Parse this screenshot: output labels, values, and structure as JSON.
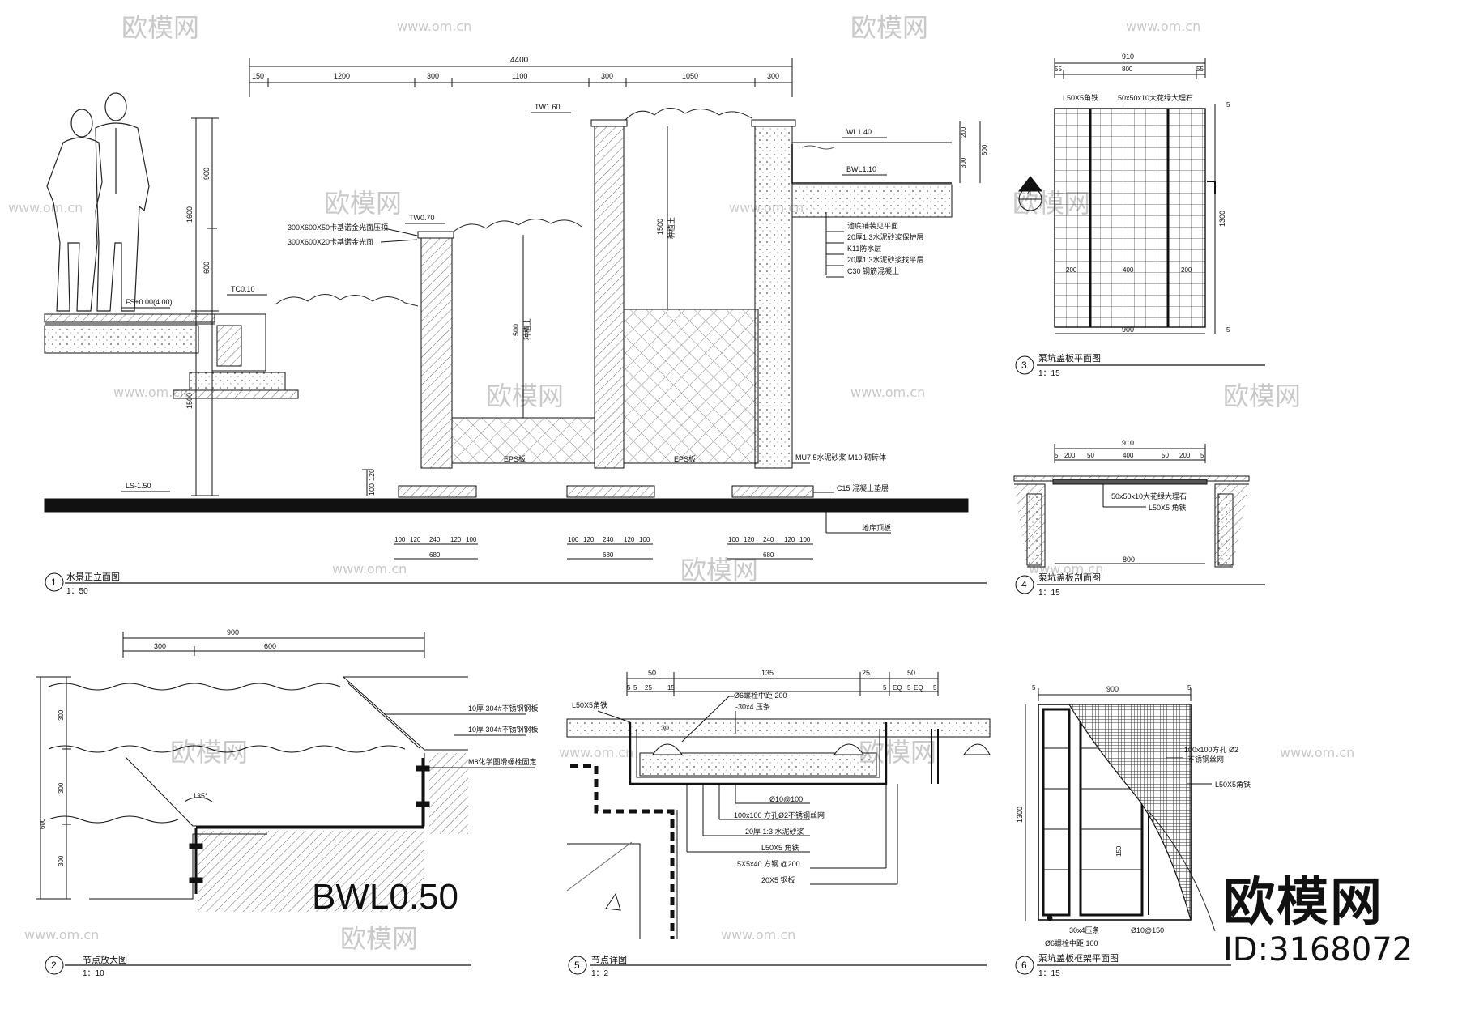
{
  "watermark": {
    "text": "欧模网",
    "url": "www.om.cn"
  },
  "brand": {
    "name": "欧模网",
    "id": "ID:3168072"
  },
  "drawings": {
    "d1": {
      "number": "1",
      "title": "水景正立面图",
      "scale": "1：50",
      "dims_top_total": "4400",
      "dims_top": [
        "150",
        "1200",
        "300",
        "1100",
        "300",
        "1050",
        "300"
      ],
      "dims_left": [
        "900",
        "1600",
        "600",
        "1500",
        "100",
        "120"
      ],
      "levels": [
        "TW1.60",
        "TW0.70",
        "TC0.10",
        "FS±0.00(4.00)",
        "LS-1.50",
        "WL1.40",
        "BWL1.10"
      ],
      "dims_right": [
        "200",
        "300",
        "500"
      ],
      "notes": [
        "300X600X50卡基诺金光面压顶",
        "300X600X20卡基诺金光面"
      ],
      "layers": [
        "池底铺装见平面",
        "20厚1:3水泥砂浆保护层",
        "K11防水层",
        "20厚1:3水泥砂浆找平层",
        "C30 钢筋混凝土"
      ],
      "infill_labels": [
        "种植土",
        "种植土"
      ],
      "infill_dims": [
        "1500",
        "1500"
      ],
      "eps": [
        "EPS板",
        "EPS板"
      ],
      "masonry": "MU7.5水泥砂浆 M10 砌砖体",
      "c15": "C15 混凝土垫层",
      "basement": "地库顶板",
      "footing_dims": [
        "100",
        "120",
        "240",
        "120",
        "100"
      ],
      "footing_total": "680"
    },
    "d2": {
      "number": "2",
      "title": "节点放大图",
      "scale": "1：10",
      "dims_top_total": "900",
      "dims_top": [
        "300",
        "600"
      ],
      "dims_left": [
        "300",
        "300",
        "300",
        "600"
      ],
      "angle": "135°",
      "notes": [
        "10厚 304#不锈钢钢板",
        "10厚 304#不锈钢钢板",
        "M8化学圆滑螺栓固定"
      ],
      "big_label": "BWL0.50"
    },
    "d3": {
      "number": "3",
      "title": "泵坑盖板平面图",
      "scale": "1：15",
      "dims_top_total": "910",
      "dims_top": [
        "55",
        "800",
        "55"
      ],
      "labels": [
        "L50X5角铁",
        "50x50x10大花绿大理石"
      ],
      "dims_inner": [
        "200",
        "400",
        "200"
      ],
      "dim_bottom": "900",
      "dims_right": [
        "1300",
        "5",
        "5"
      ],
      "callout_num": "4",
      "callout_sub": "--"
    },
    "d4": {
      "number": "4",
      "title": "泵坑盖板剖面图",
      "scale": "1：15",
      "dims_top_total": "910",
      "dims_top": [
        "5",
        "200",
        "50",
        "400",
        "50",
        "200",
        "5"
      ],
      "labels": [
        "50x50x10大花绿大理石",
        "L50X5 角铁"
      ],
      "dim_bottom": "800"
    },
    "d5": {
      "number": "5",
      "title": "节点详图",
      "scale": "1：2",
      "dims_top": [
        "50",
        "135",
        "25",
        "50"
      ],
      "dims_sub": [
        "5",
        "5",
        "25",
        "15",
        "5",
        "EQ",
        "5",
        "EQ",
        "5"
      ],
      "dim_30": "30",
      "labels": [
        "L50X5角铁",
        "Ø6螺栓中距 200",
        "-30x4 压条",
        "Ø10@100",
        "100x100 方孔Ø2不锈钢丝网",
        "20厚 1:3 水泥砂浆",
        "L50X5 角铁",
        "5X5x40 方钢 @200",
        "20X5 钢板"
      ]
    },
    "d6": {
      "number": "6",
      "title": "泵坑盖板框架平面图",
      "scale": "1：15",
      "dims_top": [
        "5",
        "900",
        "5"
      ],
      "dim_left": "1300",
      "dim_inner": "150",
      "labels": [
        "100x100方孔 Ø2",
        "不锈钢丝网",
        "L50X5角铁",
        "30x4压条",
        "Ø10@150",
        "Ø6螺栓中距 100"
      ]
    }
  }
}
